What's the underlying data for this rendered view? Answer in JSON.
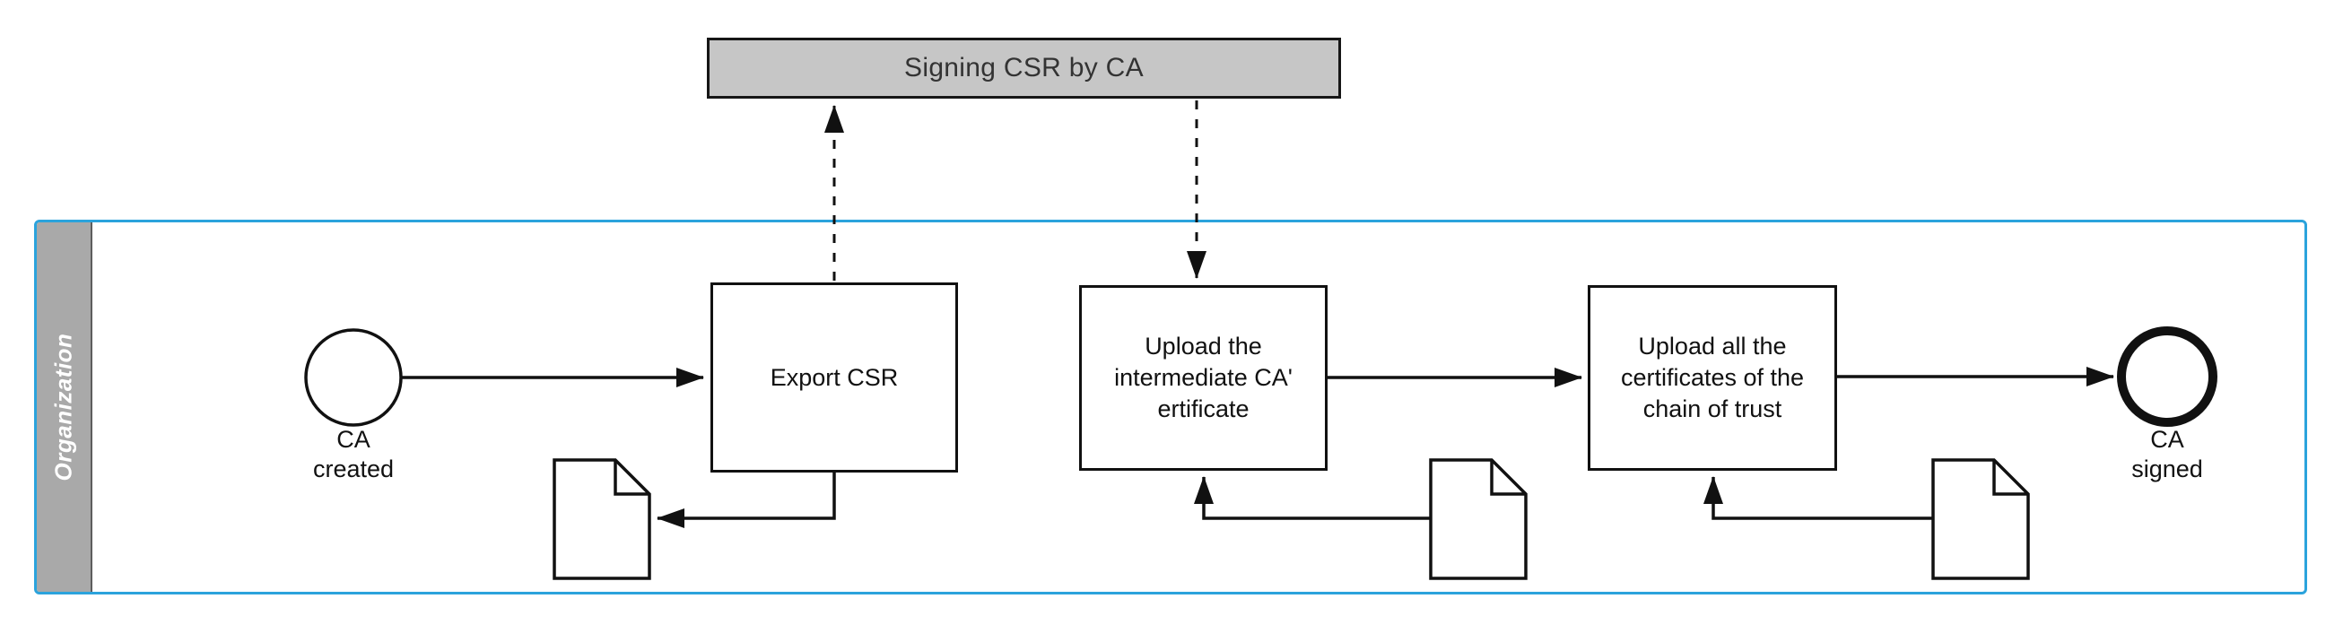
{
  "external_task": {
    "label": "Signing CSR by CA"
  },
  "lane": {
    "label": "Organization"
  },
  "events": {
    "start": {
      "label": "CA\ncreated"
    },
    "end": {
      "label": "CA\nsigned"
    }
  },
  "tasks": [
    {
      "label": "Export CSR"
    },
    {
      "label": "Upload the\nintermediate CA'\nertificate"
    },
    {
      "label": "Upload all the\ncertificates of the\nchain of trust"
    }
  ],
  "data_objects": [
    {
      "icon": "document-icon"
    },
    {
      "icon": "document-icon"
    },
    {
      "icon": "document-icon"
    }
  ],
  "colors": {
    "lane_border": "#2ba3dc",
    "lane_band_fill": "#a9a9a9",
    "lane_band_divider": "#5e5e5e",
    "lane_label_text": "#ffffff",
    "external_task_fill": "#c6c6c6",
    "shape_stroke": "#111111",
    "background": "#ffffff"
  }
}
